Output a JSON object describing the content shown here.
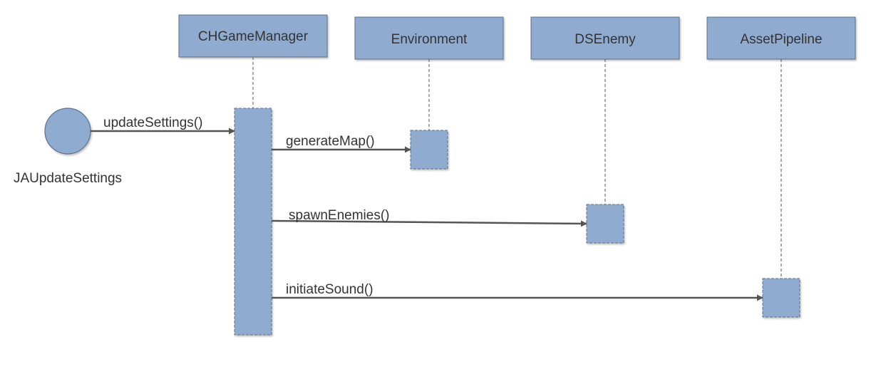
{
  "diagram": {
    "type": "sequence",
    "colors": {
      "box_fill": "#8fabd0",
      "box_stroke": "#5e6f87",
      "line": "#555555",
      "text": "#333333",
      "background": "#ffffff"
    },
    "actor": {
      "name": "JAUpdateSettings",
      "shape": "circle"
    },
    "lifelines": [
      {
        "name": "CHGameManager"
      },
      {
        "name": "Environment"
      },
      {
        "name": "DSEnemy"
      },
      {
        "name": "AssetPipeline"
      }
    ],
    "messages": [
      {
        "label": "updateSettings()",
        "from": "JAUpdateSettings",
        "to": "CHGameManager"
      },
      {
        "label": "generateMap()",
        "from": "CHGameManager",
        "to": "Environment"
      },
      {
        "label": "spawnEnemies()",
        "from": "CHGameManager",
        "to": "DSEnemy"
      },
      {
        "label": "initiateSound()",
        "from": "CHGameManager",
        "to": "AssetPipeline"
      }
    ]
  }
}
